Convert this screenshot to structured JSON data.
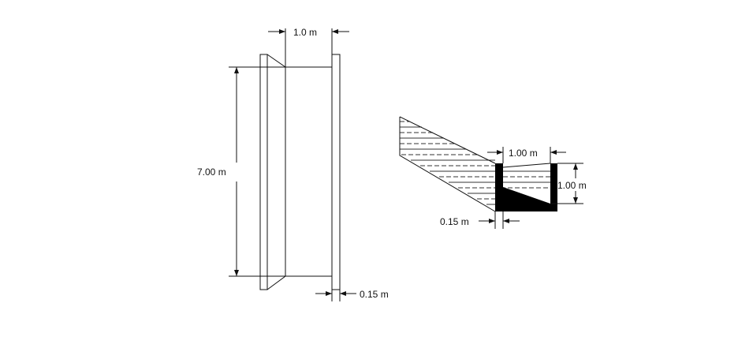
{
  "side_view": {
    "dim_top": "1.0 m",
    "dim_height": "7.00 m",
    "dim_bottom": "0.15 m"
  },
  "section_view": {
    "dim_width": "1.00 m",
    "dim_depth": "1.00 m",
    "dim_wall": "0.15 m"
  }
}
